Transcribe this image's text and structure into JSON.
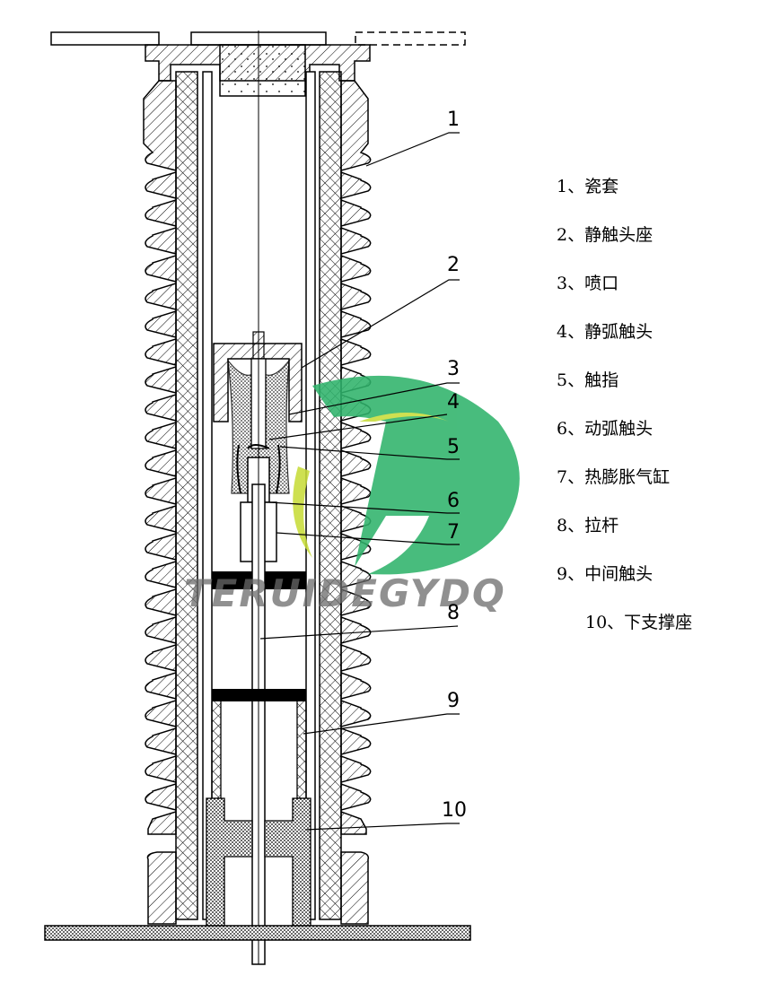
{
  "callouts": [
    "1",
    "2",
    "3",
    "4",
    "5",
    "6",
    "7",
    "8",
    "9",
    "10"
  ],
  "legend": [
    "1、瓷套",
    "2、静触头座",
    "3、喷口",
    "4、静弧触头",
    "5、触指",
    "6、动弧触头",
    "7、热膨胀气缸",
    "8、拉杆",
    "9、中间触头",
    "10、下支撑座"
  ],
  "watermark": {
    "text": "TERUIDEGYDQ",
    "colors": {
      "green": "#2fb36b",
      "lime": "#c8dc3a",
      "gray": "#6b6b6b"
    }
  }
}
